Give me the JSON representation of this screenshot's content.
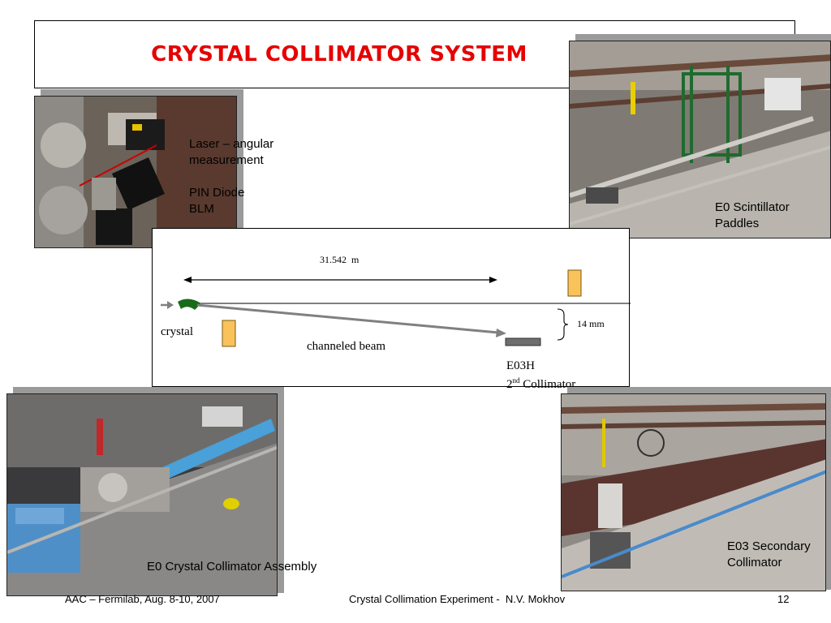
{
  "slide": {
    "title": "CRYSTAL COLLIMATOR SYSTEM"
  },
  "photos": {
    "top_left": {
      "caption_lines": [
        "Laser – angular",
        "measurement"
      ],
      "caption2_lines": [
        "PIN Diode",
        "BLM"
      ]
    },
    "top_right": {
      "caption_lines": [
        "E0 Scintillator",
        "Paddles"
      ]
    },
    "bottom_left": {
      "caption": "E0 Crystal Collimator Assembly"
    },
    "bottom_right": {
      "caption_lines": [
        "E03 Secondary",
        "Collimator"
      ]
    }
  },
  "diagram": {
    "distance_label": "31.542  m",
    "offset_label": "14 mm",
    "crystal_label": "crystal",
    "beam_label": "channeled beam",
    "collimator_name": "E03H",
    "collimator_prefix": "2",
    "collimator_sup": "nd",
    "collimator_suffix": " Collimator"
  },
  "colors": {
    "title": "#e60000",
    "crystal": "#1a6b1a",
    "paddle": "#f9c25a",
    "beam": "#808080"
  },
  "footer": {
    "left": "AAC – Fermilab, Aug. 8-10, 2007",
    "center": "Crystal Collimation Experiment -  N.V. Mokhov",
    "page": "12"
  }
}
